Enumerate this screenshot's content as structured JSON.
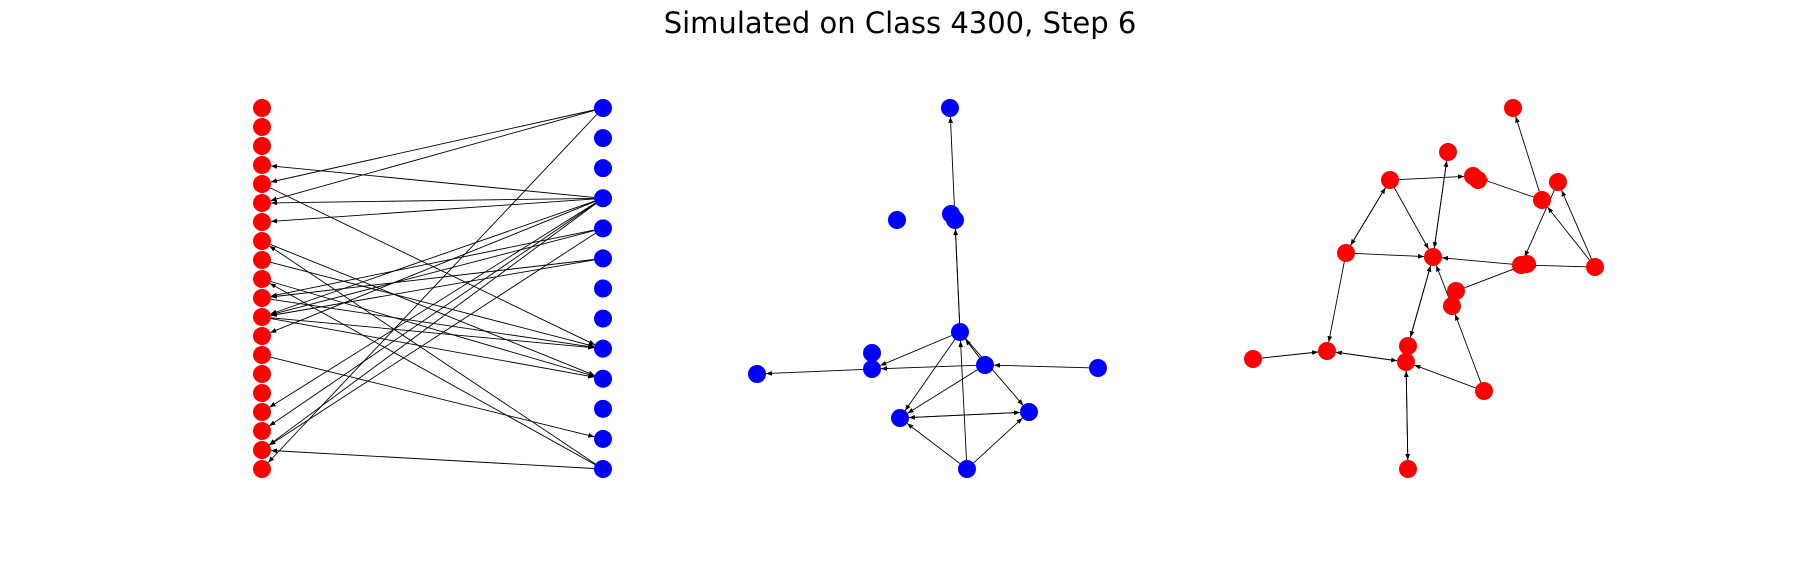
{
  "title": "Simulated on Class 4300, Step 6",
  "colors": {
    "red_nodes": "#ff0000",
    "blue_nodes": "#0000ff",
    "edges": "#000000"
  },
  "panels": [
    {
      "name": "bipartite-panel",
      "layout": "bipartite",
      "node_groups": [
        {
          "color": "red",
          "count": 20
        },
        {
          "color": "blue",
          "count": 13
        }
      ],
      "edges": [
        [
          "b0",
          "r4"
        ],
        [
          "b0",
          "r19"
        ],
        [
          "b0",
          "r5"
        ],
        [
          "b3",
          "r3"
        ],
        [
          "b3",
          "r5"
        ],
        [
          "b3",
          "r6"
        ],
        [
          "b3",
          "r11"
        ],
        [
          "b3",
          "r12"
        ],
        [
          "b3",
          "r18"
        ],
        [
          "b3",
          "r17"
        ],
        [
          "b3",
          "r16"
        ],
        [
          "b4",
          "r10"
        ],
        [
          "b4",
          "r11"
        ],
        [
          "b4",
          "r18"
        ],
        [
          "b5",
          "r11"
        ],
        [
          "b5",
          "r10"
        ],
        [
          "r4",
          "b8"
        ],
        [
          "r8",
          "b8"
        ],
        [
          "r10",
          "b8"
        ],
        [
          "r11",
          "b8"
        ],
        [
          "r9",
          "b9"
        ],
        [
          "r7",
          "b9"
        ],
        [
          "r11",
          "b9"
        ],
        [
          "b12",
          "r7"
        ],
        [
          "b12",
          "r9"
        ],
        [
          "r13",
          "b11"
        ],
        [
          "b12",
          "r18"
        ]
      ]
    },
    {
      "name": "blue-graph-panel",
      "layout": "spring",
      "node_color": "blue",
      "node_count": 12,
      "edges": [
        [
          "n5",
          "n0"
        ],
        [
          "n5",
          "n3"
        ],
        [
          "n5",
          "n6"
        ],
        [
          "n5",
          "n8"
        ],
        [
          "n5",
          "n9"
        ],
        [
          "n7",
          "n6"
        ],
        [
          "n7",
          "n5"
        ],
        [
          "n7",
          "n8"
        ],
        [
          "n11",
          "n5"
        ],
        [
          "n11",
          "n8"
        ],
        [
          "n11",
          "n9"
        ],
        [
          "n8",
          "n9"
        ],
        [
          "n9",
          "n8"
        ],
        [
          "n10",
          "n7"
        ],
        [
          "n6",
          "n4"
        ]
      ]
    },
    {
      "name": "red-graph-panel",
      "layout": "spring",
      "node_color": "red",
      "node_count": 20,
      "edges": [
        [
          "m0",
          "m13"
        ],
        [
          "m2",
          "m3"
        ],
        [
          "m2",
          "m3b"
        ],
        [
          "m2",
          "m7"
        ],
        [
          "m2",
          "m8"
        ],
        [
          "m7",
          "m8"
        ],
        [
          "m7",
          "m3"
        ],
        [
          "m8",
          "m3"
        ],
        [
          "m8",
          "m10"
        ],
        [
          "m2",
          "m14"
        ],
        [
          "m14",
          "m8"
        ],
        [
          "m10",
          "m11"
        ],
        [
          "m10",
          "m15"
        ],
        [
          "m11",
          "m15"
        ],
        [
          "m12",
          "m16"
        ],
        [
          "m10",
          "m6"
        ],
        [
          "m10",
          "m14"
        ],
        [
          "m4",
          "m5"
        ],
        [
          "m4",
          "m9"
        ],
        [
          "m9",
          "m10"
        ],
        [
          "m15",
          "m13"
        ],
        [
          "m16",
          "m13"
        ],
        [
          "m16",
          "m17"
        ],
        [
          "m18",
          "m16"
        ],
        [
          "m18",
          "m13"
        ]
      ]
    }
  ]
}
